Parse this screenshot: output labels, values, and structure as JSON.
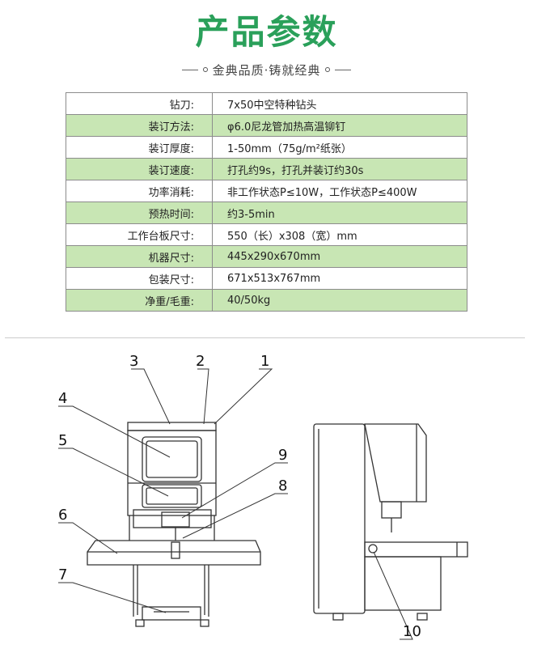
{
  "header": {
    "title": "产品参数",
    "subtitle": "金典品质·铸就经典"
  },
  "params": [
    {
      "label": "钻刀:",
      "value": "7x50中空特种钻头"
    },
    {
      "label": "装订方法:",
      "value": "φ6.0尼龙管加热高温铆钉"
    },
    {
      "label": "装订厚度:",
      "value": "1-50mm（75g/m²纸张）"
    },
    {
      "label": "装订速度:",
      "value": "打孔约9s，打孔并装订约30s"
    },
    {
      "label": "功率消耗:",
      "value": "非工作状态P≤10W，工作状态P≤400W"
    },
    {
      "label": "预热时间:",
      "value": "约3-5min"
    },
    {
      "label": "工作台板尺寸:",
      "value": "550（长）x308（宽）mm"
    },
    {
      "label": "机器尺寸:",
      "value": "445x290x670mm"
    },
    {
      "label": "包装尺寸:",
      "value": "671x513x767mm"
    },
    {
      "label": "净重/毛重:",
      "value": "40/50kg"
    }
  ],
  "diagram": {
    "callouts": [
      "1",
      "2",
      "3",
      "4",
      "5",
      "6",
      "7",
      "8",
      "9",
      "10"
    ]
  }
}
